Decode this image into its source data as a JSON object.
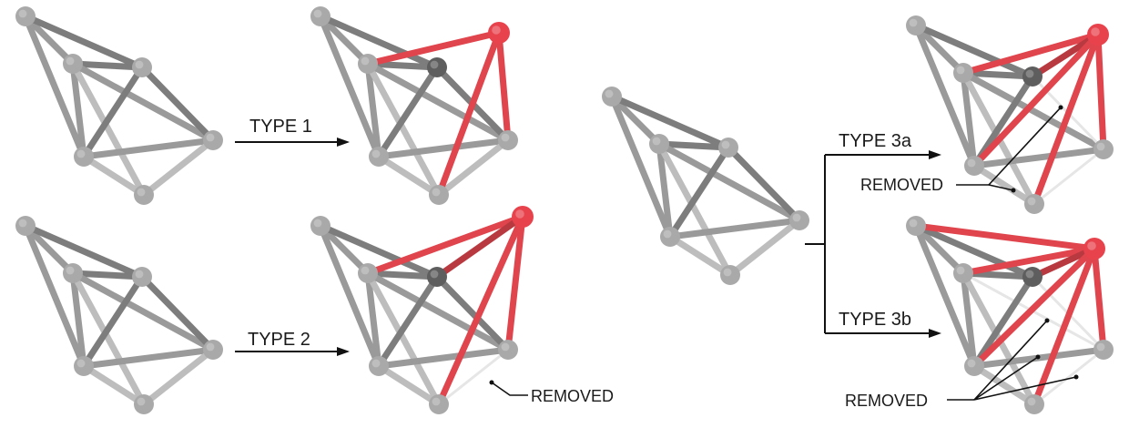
{
  "colors": {
    "edge": "#9a9a9a",
    "edge_dark": "#7d7d7d",
    "edge_light": "#bdbdbd",
    "node": "#a9a9a9",
    "node_dark": "#5e5e5e",
    "node_red": "#e8434c",
    "edge_red": "#e0444c",
    "edge_red_dark": "#b83a40",
    "removed": "#e6e6e6",
    "line": "#111111"
  },
  "labels": {
    "type1": "TYPE 1",
    "type2": "TYPE 2",
    "type3a": "TYPE 3a",
    "type3b": "TYPE 3b",
    "removed_type2": "REMOVED",
    "removed_type3a": "REMOVED",
    "removed_type3b": "REMOVED"
  },
  "nodes": [
    "A",
    "B",
    "C",
    "D",
    "E",
    "F",
    "G"
  ],
  "base_edges": [
    [
      "A",
      "B"
    ],
    [
      "A",
      "C"
    ],
    [
      "A",
      "D"
    ],
    [
      "B",
      "C"
    ],
    [
      "B",
      "D"
    ],
    [
      "B",
      "E"
    ],
    [
      "B",
      "F"
    ],
    [
      "C",
      "D"
    ],
    [
      "C",
      "F"
    ],
    [
      "D",
      "E"
    ],
    [
      "D",
      "F"
    ],
    [
      "E",
      "F"
    ]
  ],
  "variants": {
    "type1": {
      "highlight_node": "G",
      "dark_node": "C",
      "new_edges": [
        [
          "B",
          "G"
        ],
        [
          "E",
          "G"
        ],
        [
          "F",
          "G"
        ]
      ],
      "removed_edges": []
    },
    "type2": {
      "highlight_node": "G",
      "dark_node": "C",
      "new_edges": [
        [
          "B",
          "G"
        ],
        [
          "C",
          "G"
        ],
        [
          "E",
          "G"
        ],
        [
          "F",
          "G"
        ]
      ],
      "removed_edges": [
        [
          "E",
          "F"
        ]
      ]
    },
    "type3a": {
      "highlight_node": "G",
      "dark_node": "C",
      "new_edges": [
        [
          "B",
          "G"
        ],
        [
          "C",
          "G"
        ],
        [
          "D",
          "G"
        ],
        [
          "E",
          "G"
        ],
        [
          "F",
          "G"
        ]
      ],
      "removed_edges": [
        [
          "E",
          "F"
        ],
        [
          "C",
          "F"
        ]
      ]
    },
    "type3b": {
      "highlight_node": "G",
      "dark_node": "C",
      "new_edges": [
        [
          "A",
          "G"
        ],
        [
          "B",
          "G"
        ],
        [
          "C",
          "G"
        ],
        [
          "D",
          "G"
        ],
        [
          "E",
          "G"
        ],
        [
          "F",
          "G"
        ]
      ],
      "removed_edges": [
        [
          "E",
          "F"
        ],
        [
          "C",
          "F"
        ],
        [
          "B",
          "F"
        ]
      ]
    }
  }
}
